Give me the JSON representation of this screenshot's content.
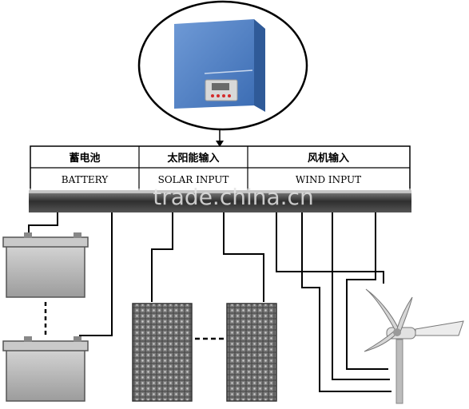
{
  "terminals": [
    {
      "cn": "蓄电池",
      "en": "BATTERY"
    },
    {
      "cn": "太阳能输入",
      "en": "SOLAR INPUT"
    },
    {
      "cn": "风机输入",
      "en": "WIND INPUT"
    }
  ],
  "watermark": "trade.china.cn",
  "colors": {
    "controller_body": "#4d7fc4",
    "bus_bar": "#3a3a3a",
    "battery_body": "#b8b8b8",
    "solar_panel": "#5a5a5a",
    "wire": "#000000"
  }
}
